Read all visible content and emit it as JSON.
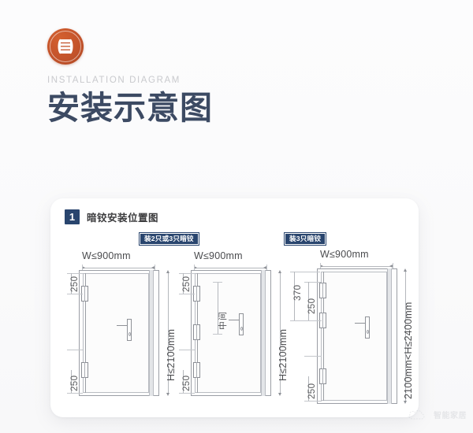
{
  "header": {
    "logo_icon": "hinge-icon",
    "subtitle": "INSTALLATION DIAGRAM",
    "title": "安装示意图",
    "title_color": "#3c4a63",
    "logo_color": "#c2522a"
  },
  "card": {
    "section": {
      "number": "1",
      "title": "暗铰安装位置图",
      "badge_color": "#29456e"
    },
    "tags": [
      {
        "label": "装2只或3只暗铰"
      },
      {
        "label": "装3只暗铰"
      }
    ],
    "diagrams": [
      {
        "name": "door-two-hinge",
        "width_label": "W≤900mm",
        "height_label": "H≤2100mm",
        "dims_left": [
          "250",
          "250"
        ],
        "middle_label": ""
      },
      {
        "name": "door-three-hinge-equal",
        "width_label": "W≤900mm",
        "height_label": "H≤2100mm",
        "dims_left": [
          "250",
          "250"
        ],
        "middle_label": "中间"
      },
      {
        "name": "door-three-hinge-tall",
        "width_label": "W≤900mm",
        "height_label": "2100mm<H≤2400mm",
        "dims_left": [
          "370",
          "250",
          "250"
        ],
        "middle_label": ""
      }
    ]
  },
  "watermark": {
    "icon": "cloud-icon",
    "text": "智能家居"
  }
}
